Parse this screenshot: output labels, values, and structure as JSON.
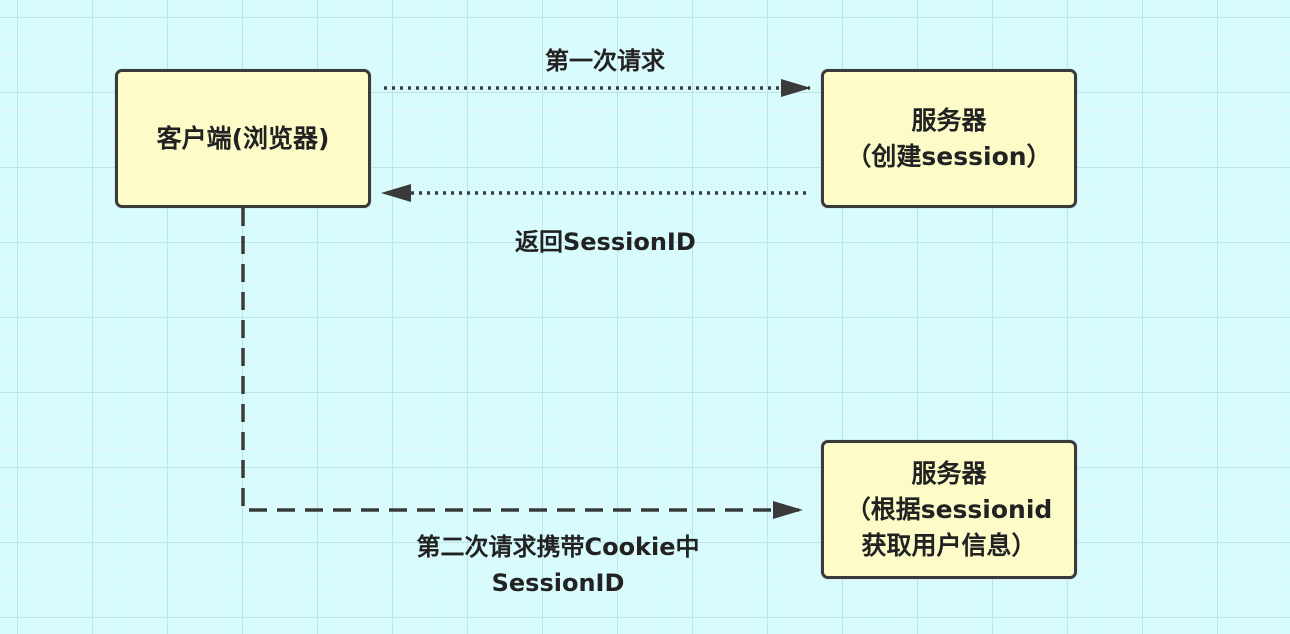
{
  "nodes": {
    "client": {
      "label": "客户端(浏览器)"
    },
    "server_create": {
      "line1": "服务器",
      "line2": "（创建session）"
    },
    "server_lookup": {
      "line1": "服务器",
      "line2": "（根据sessionid",
      "line3": "获取用户信息）"
    }
  },
  "edges": {
    "first_request": {
      "label": "第一次请求"
    },
    "return_session": {
      "label": "返回SessionID"
    },
    "second_request": {
      "label_line1": "第二次请求携带Cookie中",
      "label_line2": "SessionID"
    }
  },
  "colors": {
    "background": "#d8fbfd",
    "box_fill": "#fdfbc8",
    "box_border": "#3a3a3a",
    "connector": "#3a3a3a",
    "text": "#222222"
  }
}
